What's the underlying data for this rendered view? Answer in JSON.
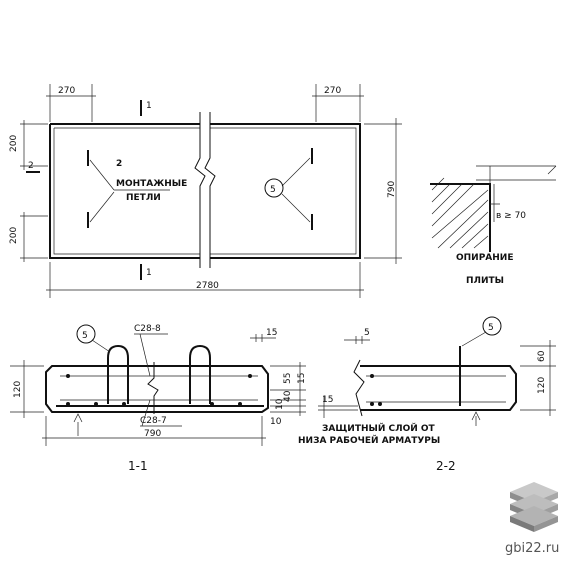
{
  "plan": {
    "dim_left_offset": "270",
    "dim_right_offset": "270",
    "dim_total_length": "2780",
    "dim_width": "790",
    "dim_top_loop": "200",
    "dim_bottom_loop": "200",
    "section_mark_1": "1",
    "section_mark_2": "2",
    "loops_number": "2",
    "loops_label_line1": "МОНТАЖНЫЕ",
    "loops_label_line2": "ПЕТЛИ",
    "callout_5": "5"
  },
  "support": {
    "dim_bearing": "в ≥ 70",
    "label_line1": "ОПИРАНИЕ",
    "label_line2": "ПЛИТЫ"
  },
  "section_1": {
    "callout_5": "5",
    "mesh_top": "С28-8",
    "mesh_bottom": "С28-7",
    "dim_height": "120",
    "dim_width": "790",
    "dim_15": "15",
    "dim_55": "55",
    "dim_40": "40",
    "dim_15b": "15",
    "dim_10": "10",
    "dim_10b": "10",
    "caption": "1-1"
  },
  "section_2": {
    "callout_5": "5",
    "dim_5": "5",
    "dim_60": "60",
    "dim_120": "120",
    "dim_15": "15",
    "note_line1": "ЗАЩИТНЫЙ СЛОЙ ОТ",
    "note_line2": "НИЗА РАБОЧЕЙ АРМАТУРЫ",
    "caption": "2-2"
  },
  "watermark": {
    "site": "gbi22.ru"
  }
}
